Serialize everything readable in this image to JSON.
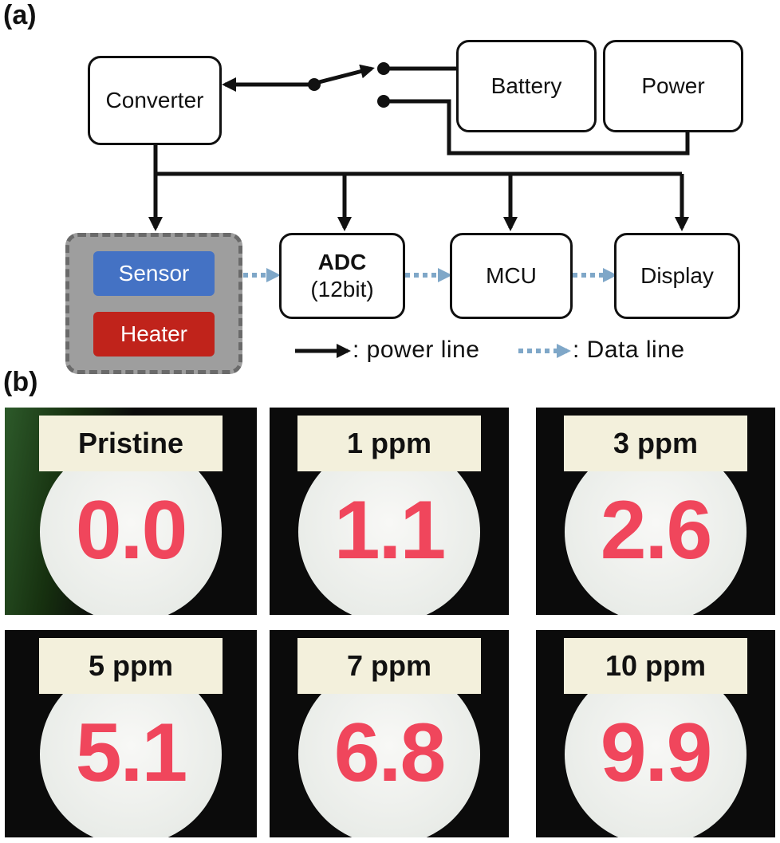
{
  "panel_a_label": "(a)",
  "panel_b_label": "(b)",
  "blocks": {
    "converter": "Converter",
    "battery": "Battery",
    "power": "Power",
    "sensor": "Sensor",
    "heater": "Heater",
    "adc_title": "ADC",
    "adc_sub": "(12bit)",
    "mcu": "MCU",
    "display": "Display"
  },
  "colors": {
    "sensor": "#4472c4",
    "heater": "#c0231b",
    "data_line": "#7fa7c8",
    "reading": "#f0465c",
    "tag": "#f3f0dc"
  },
  "legend": {
    "power_line": ": power line",
    "data_line": ": Data line"
  },
  "photos": [
    {
      "label": "Pristine",
      "reading": "0.0"
    },
    {
      "label": "1 ppm",
      "reading": "1.1"
    },
    {
      "label": "3 ppm",
      "reading": "2.6"
    },
    {
      "label": "5 ppm",
      "reading": "5.1"
    },
    {
      "label": "7 ppm",
      "reading": "6.8"
    },
    {
      "label": "10 ppm",
      "reading": "9.9"
    }
  ]
}
